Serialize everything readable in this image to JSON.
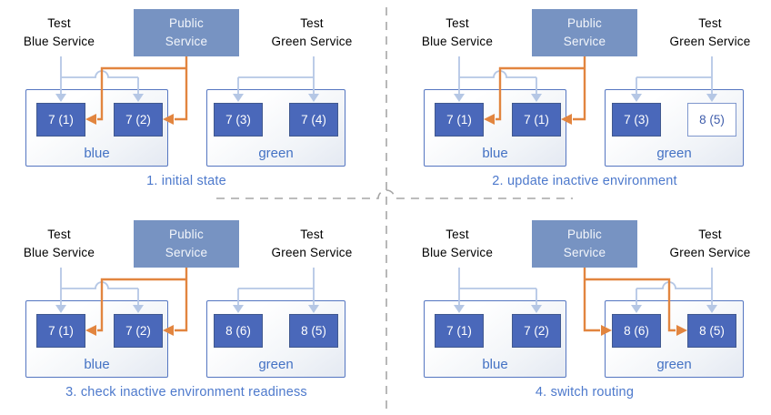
{
  "diagram_title": "blue-green deployment routing states",
  "palette": {
    "test_service_fill": "#c9d6ea",
    "public_service_fill": "#7793c2",
    "pod_fill": "#4a68ba",
    "pod_outline_border": "#7f97cd",
    "pod_outline_text": "#3f5dab",
    "env_border": "#5576c1",
    "env_label_color": "#4472c4",
    "caption_color": "#4d79cc",
    "test_route_arrow_color": "#b5c7e5",
    "public_route_arrow_color": "#e2853f",
    "divider_color": "#a6a6a6"
  },
  "panels": [
    {
      "caption": "1. initial state",
      "public_routes_to": "blue",
      "services": [
        {
          "line1": "Test",
          "line2": "Blue Service",
          "type": "test"
        },
        {
          "line1": "Public",
          "line2": "Service",
          "type": "public"
        },
        {
          "line1": "Test",
          "line2": "Green Service",
          "type": "test"
        }
      ],
      "blue_env": {
        "label": "blue",
        "pods": [
          {
            "label": "7 (1)",
            "style": "filled"
          },
          {
            "label": "7 (2)",
            "style": "filled"
          }
        ]
      },
      "green_env": {
        "label": "green",
        "pods": [
          {
            "label": "7 (3)",
            "style": "filled"
          },
          {
            "label": "7 (4)",
            "style": "filled"
          }
        ]
      }
    },
    {
      "caption": "2. update inactive environment",
      "public_routes_to": "blue",
      "services": [
        {
          "line1": "Test",
          "line2": "Blue Service",
          "type": "test"
        },
        {
          "line1": "Public",
          "line2": "Service",
          "type": "public"
        },
        {
          "line1": "Test",
          "line2": "Green Service",
          "type": "test"
        }
      ],
      "blue_env": {
        "label": "blue",
        "pods": [
          {
            "label": "7 (1)",
            "style": "filled"
          },
          {
            "label": "7 (1)",
            "style": "filled"
          }
        ]
      },
      "green_env": {
        "label": "green",
        "pods": [
          {
            "label": "7 (3)",
            "style": "filled"
          },
          {
            "label": "8 (5)",
            "style": "outline"
          }
        ]
      }
    },
    {
      "caption": "3. check inactive environment readiness",
      "public_routes_to": "blue",
      "services": [
        {
          "line1": "Test",
          "line2": "Blue Service",
          "type": "test"
        },
        {
          "line1": "Public",
          "line2": "Service",
          "type": "public"
        },
        {
          "line1": "Test",
          "line2": "Green Service",
          "type": "test"
        }
      ],
      "blue_env": {
        "label": "blue",
        "pods": [
          {
            "label": "7 (1)",
            "style": "filled"
          },
          {
            "label": "7 (2)",
            "style": "filled"
          }
        ]
      },
      "green_env": {
        "label": "green",
        "pods": [
          {
            "label": "8 (6)",
            "style": "filled"
          },
          {
            "label": "8 (5)",
            "style": "filled"
          }
        ]
      }
    },
    {
      "caption": "4. switch routing",
      "public_routes_to": "green",
      "services": [
        {
          "line1": "Test",
          "line2": "Blue Service",
          "type": "test"
        },
        {
          "line1": "Public",
          "line2": "Service",
          "type": "public"
        },
        {
          "line1": "Test",
          "line2": "Green Service",
          "type": "test"
        }
      ],
      "blue_env": {
        "label": "blue",
        "pods": [
          {
            "label": "7 (1)",
            "style": "filled"
          },
          {
            "label": "7 (2)",
            "style": "filled"
          }
        ]
      },
      "green_env": {
        "label": "green",
        "pods": [
          {
            "label": "8 (6)",
            "style": "filled"
          },
          {
            "label": "8 (5)",
            "style": "filled"
          }
        ]
      }
    }
  ]
}
